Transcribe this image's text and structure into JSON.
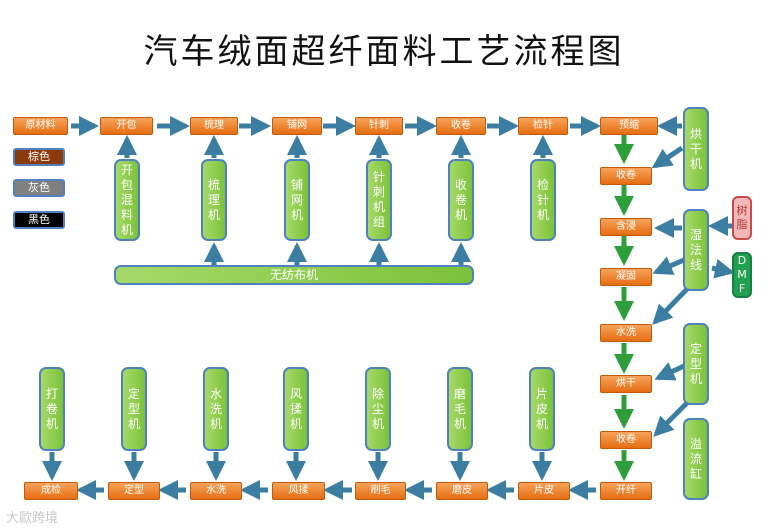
{
  "title": "汽车绒面超纤面料工艺流程图",
  "legend": [
    "棕色",
    "灰色",
    "黑色"
  ],
  "top_row": [
    "原材料",
    "开包",
    "梳理",
    "铺网",
    "针刺",
    "收卷",
    "检针",
    "预缩"
  ],
  "top_machines": [
    "开包混料机",
    "梳理机",
    "铺网机",
    "针刺机组",
    "收卷机",
    "检针机"
  ],
  "base_machine": "无纺布机",
  "right_column": [
    "收卷",
    "含浸",
    "凝固",
    "水洗",
    "烘干",
    "收卷",
    "开纤"
  ],
  "right_machines": [
    "烘干机",
    "湿法线",
    "定型机",
    "溢流缸"
  ],
  "inputs": [
    "树脂",
    "DMF"
  ],
  "bottom_row": [
    "片皮",
    "磨皮",
    "刷毛",
    "风揉",
    "水洗",
    "定型",
    "成检"
  ],
  "bottom_machines": [
    "片皮机",
    "磨毛机",
    "除尘机",
    "风揉机",
    "水洗机",
    "定型机",
    "打卷机"
  ],
  "watermark": "大歐跨境",
  "colors": {
    "process": "#ee7a1e",
    "machine": "#8fce4a",
    "arrow": "#3b7ea1",
    "legend_brown": "#8b3a0e",
    "legend_gray": "#808080",
    "legend_black": "#000000",
    "resin": "#f2b8b8",
    "dmf": "#20a050"
  }
}
